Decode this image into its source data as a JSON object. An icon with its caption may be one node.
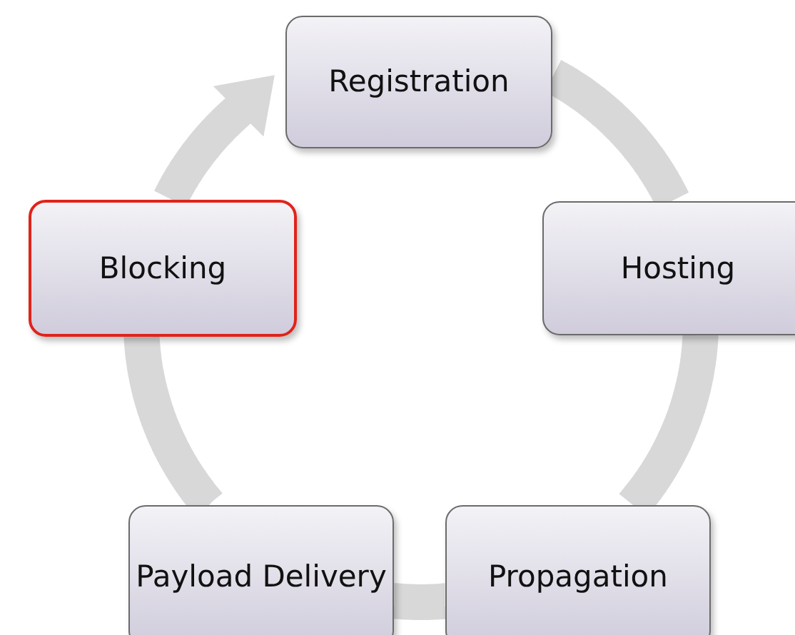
{
  "diagram": {
    "nodes": [
      {
        "text": [
          "Registration"
        ]
      },
      {
        "text": [
          "Hosting"
        ]
      },
      {
        "text": [
          "Propagation"
        ]
      },
      {
        "text": [
          "Payload Delivery"
        ]
      },
      {
        "text": [
          "Blocking"
        ]
      }
    ],
    "edges": [
      {
        "from": 0,
        "to": 1,
        "arrow": "none"
      },
      {
        "from": 1,
        "to": 2,
        "arrow": "none"
      },
      {
        "from": 2,
        "to": 3,
        "arrow": "none"
      },
      {
        "from": 3,
        "to": 4,
        "arrow": "none"
      },
      {
        "from": 4,
        "to": 0,
        "arrow": "to"
      }
    ]
  }
}
